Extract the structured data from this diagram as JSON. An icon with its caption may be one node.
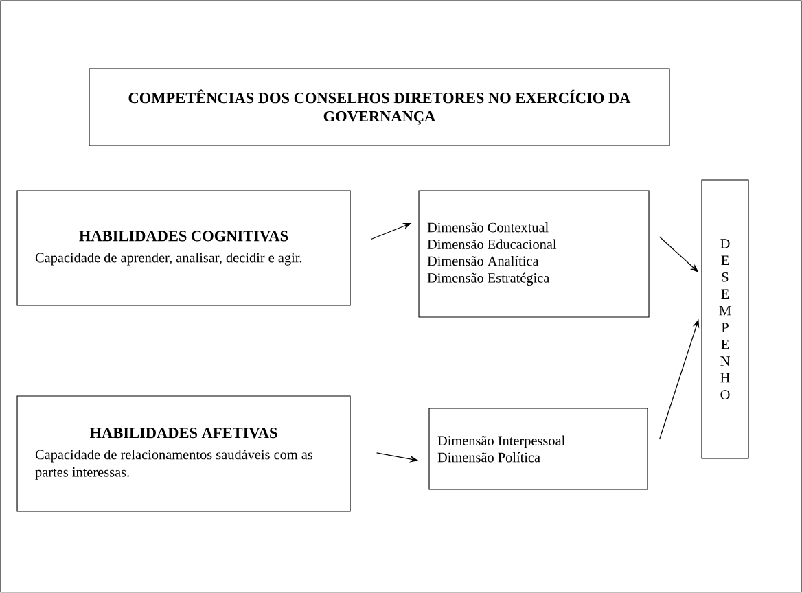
{
  "diagram": {
    "nodes": [
      {
        "text": [
          "COMPETÊNCIAS DOS CONSELHOS DIRETORES NO EXERCÍCIO DA GOVERNANÇA"
        ]
      },
      {
        "text": [
          "HABILIDADES COGNITIVAS",
          "Capacidade de aprender, analisar, decidir e agir."
        ]
      },
      {
        "text": [
          "Dimensão Contextual",
          "Dimensão Educacional",
          "Dimensão Analítica",
          "Dimensão Estratégica"
        ]
      },
      {
        "text": [
          "D E S E M P E N H O"
        ]
      },
      {
        "text": [
          "HABILIDADES AFETIVAS",
          "Capacidade de relacionamentos saudáveis com as partes interessas."
        ]
      },
      {
        "text": [
          "Dimensão Interpessoal",
          "Dimensão Política"
        ]
      }
    ],
    "edges": [
      {
        "from": 1,
        "to": 2,
        "arrow": "to"
      },
      {
        "from": 2,
        "to": 3,
        "arrow": "to"
      },
      {
        "from": 4,
        "to": 5,
        "arrow": "to"
      },
      {
        "from": 5,
        "to": 3,
        "arrow": "to"
      }
    ]
  }
}
